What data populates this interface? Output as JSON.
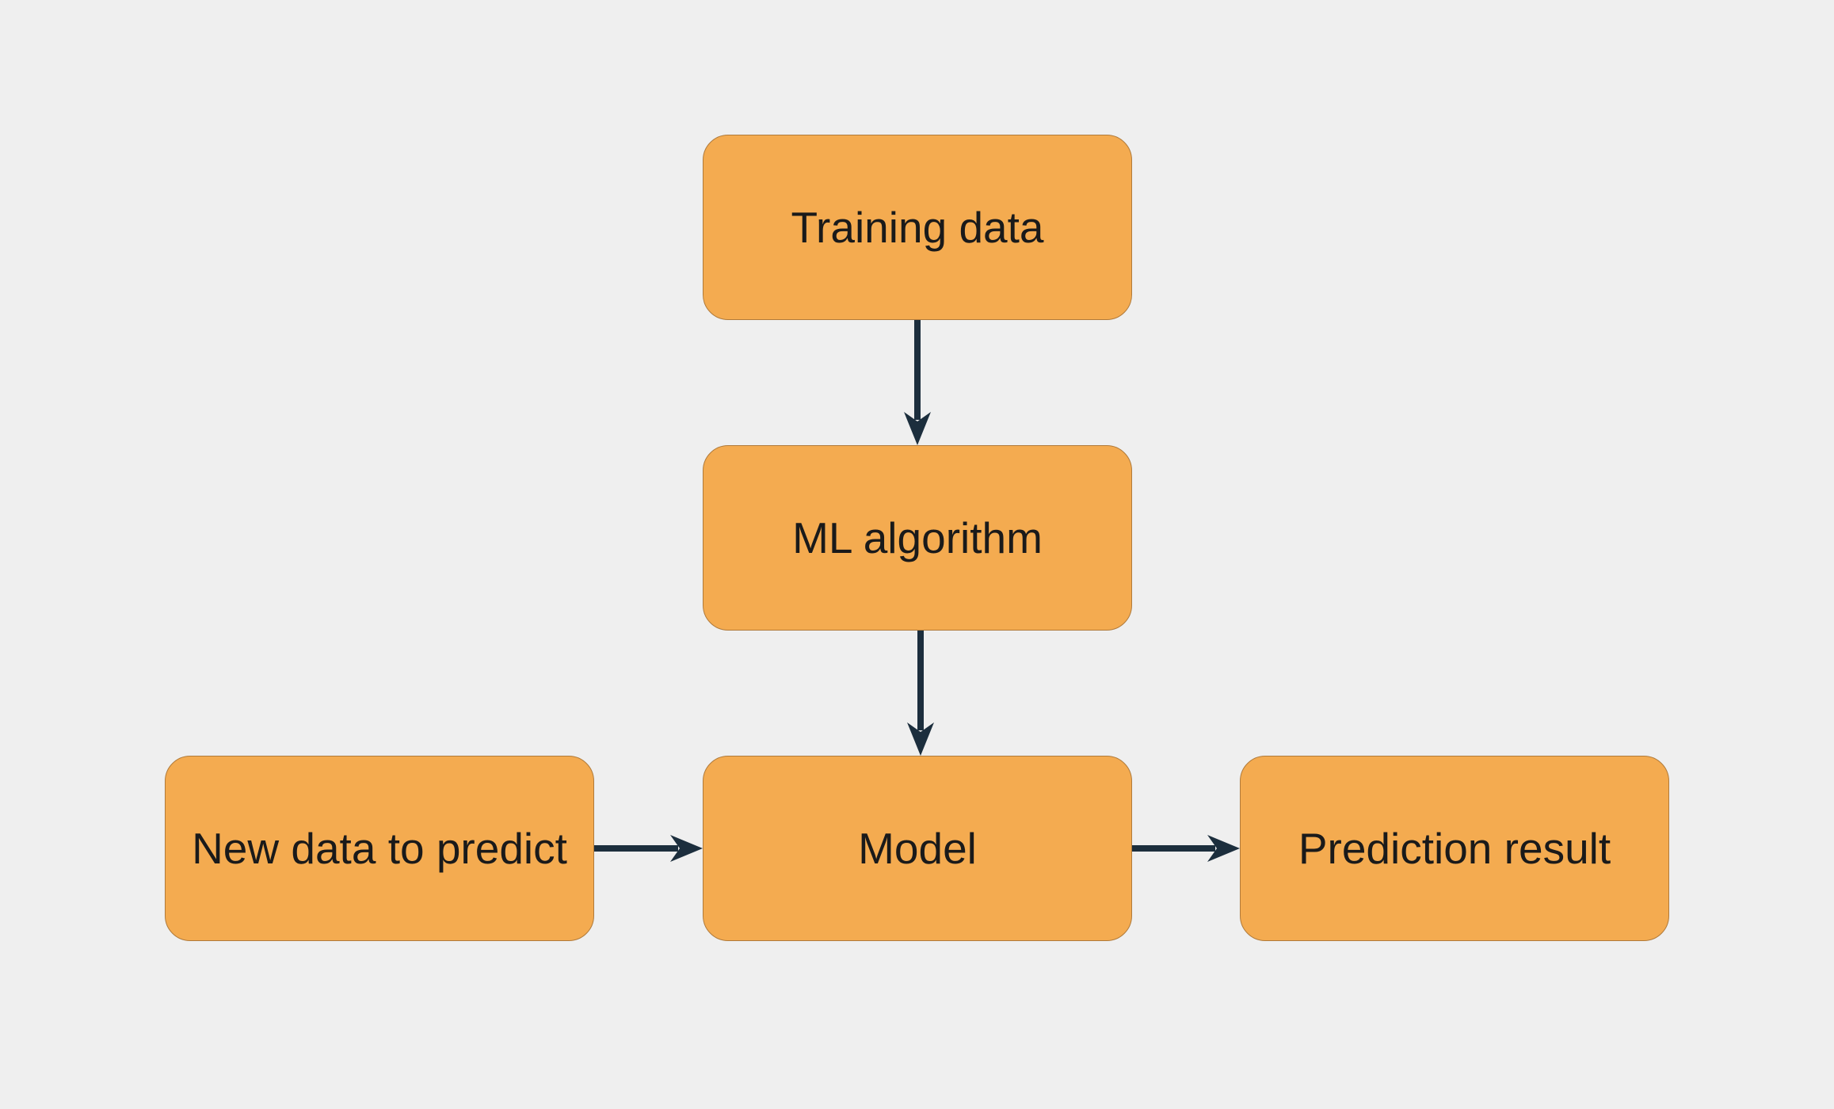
{
  "colors": {
    "background": "#efefef",
    "node_fill": "#f4ab50",
    "node_border": "#b07a3a",
    "node_text": "#1a1a1a",
    "edge": "#1c2e3d"
  },
  "nodes": {
    "training_data": {
      "label": "Training data"
    },
    "ml_algorithm": {
      "label": "ML algorithm"
    },
    "model": {
      "label": "Model"
    },
    "new_data": {
      "label": "New data to predict"
    },
    "prediction_result": {
      "label": "Prediction result"
    }
  },
  "edges": [
    {
      "from": "training_data",
      "to": "ml_algorithm"
    },
    {
      "from": "ml_algorithm",
      "to": "model"
    },
    {
      "from": "new_data",
      "to": "model"
    },
    {
      "from": "model",
      "to": "prediction_result"
    }
  ]
}
